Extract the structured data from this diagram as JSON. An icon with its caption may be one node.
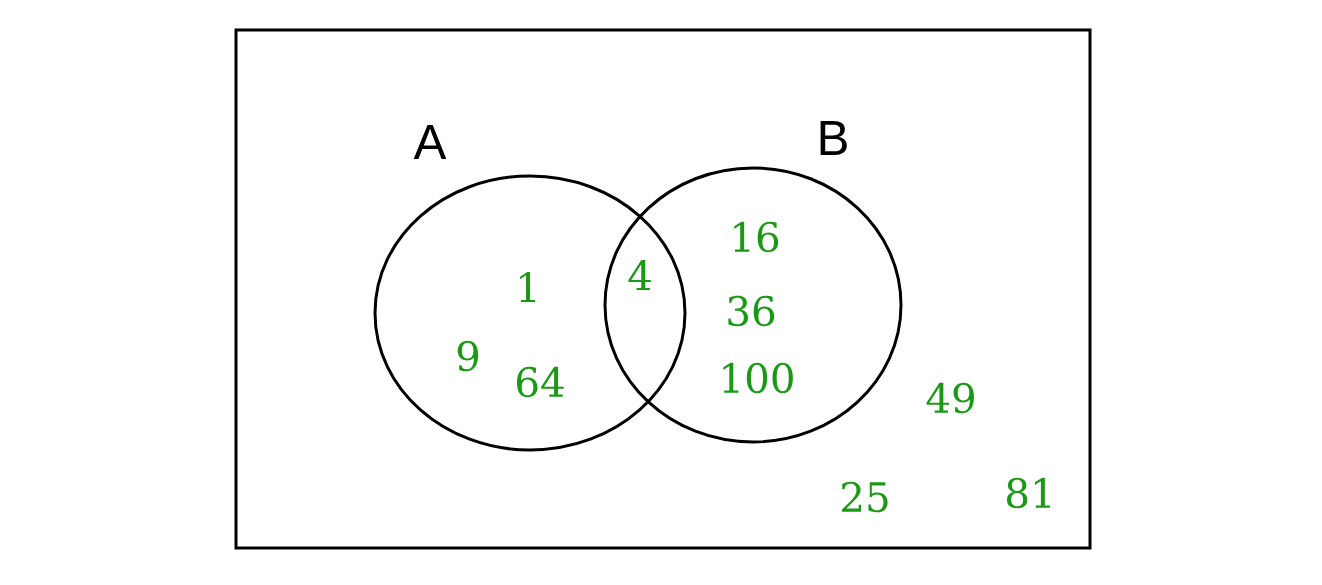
{
  "diagram": {
    "nodes": [
      {
        "text": [],
        "shape": "box"
      },
      {
        "text": [
          "A"
        ],
        "in": 0
      },
      {
        "text": [
          "B"
        ],
        "in": 0
      }
    ],
    "labels": [
      "16",
      "4",
      "1",
      "36",
      "9",
      "64",
      "100",
      "49",
      "25",
      "81"
    ]
  }
}
